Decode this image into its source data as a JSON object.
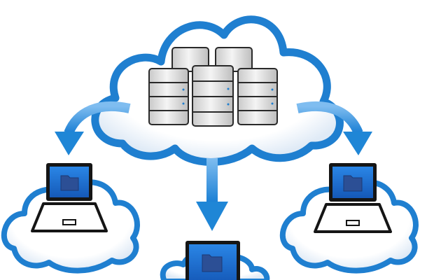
{
  "diagram": {
    "nodes": [
      {
        "id": "central-cloud",
        "kind": "cloud",
        "contains": "server-cluster",
        "server_count": 5
      },
      {
        "id": "client-left",
        "kind": "cloud",
        "contains": "laptop-with-folder"
      },
      {
        "id": "client-bottom",
        "kind": "cloud",
        "contains": "laptop-with-folder"
      },
      {
        "id": "client-right",
        "kind": "cloud",
        "contains": "laptop-with-folder"
      }
    ],
    "edges": [
      {
        "from": "central-cloud",
        "to": "client-left",
        "style": "curved-arrow"
      },
      {
        "from": "central-cloud",
        "to": "client-bottom",
        "style": "straight-arrow"
      },
      {
        "from": "central-cloud",
        "to": "client-right",
        "style": "curved-arrow"
      }
    ],
    "colors": {
      "cloud_outline": "#1f7fd0",
      "cloud_fill": "#ffffff",
      "cloud_shade": "#e8f1fa",
      "arrow": "#1f86d6",
      "laptop_frame": "#151515",
      "laptop_screen": "#1a6fd0",
      "folder": "#2c4f95",
      "server_body": "#e2e2e2",
      "server_edge": "#2a2a2a"
    },
    "icons": [
      "cloud-icon",
      "server-icon",
      "laptop-icon",
      "folder-icon",
      "arrow-icon"
    ]
  }
}
